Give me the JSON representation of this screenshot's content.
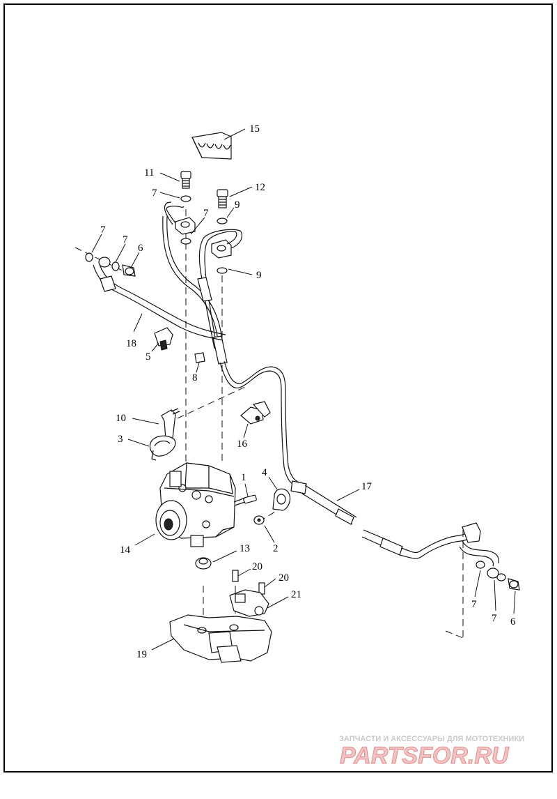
{
  "callouts": [
    {
      "id": "c15",
      "label": "15"
    },
    {
      "id": "c11",
      "label": "11"
    },
    {
      "id": "c12",
      "label": "12"
    },
    {
      "id": "c7a",
      "label": "7"
    },
    {
      "id": "c7b",
      "label": "7"
    },
    {
      "id": "c9a",
      "label": "9"
    },
    {
      "id": "c9b",
      "label": "9"
    },
    {
      "id": "c7c",
      "label": "7"
    },
    {
      "id": "c7d",
      "label": "7"
    },
    {
      "id": "c6a",
      "label": "6"
    },
    {
      "id": "c18",
      "label": "18"
    },
    {
      "id": "c5",
      "label": "5"
    },
    {
      "id": "c8",
      "label": "8"
    },
    {
      "id": "c10",
      "label": "10"
    },
    {
      "id": "c3",
      "label": "3"
    },
    {
      "id": "c16",
      "label": "16"
    },
    {
      "id": "c1",
      "label": "1"
    },
    {
      "id": "c4",
      "label": "4"
    },
    {
      "id": "c17",
      "label": "17"
    },
    {
      "id": "c2",
      "label": "2"
    },
    {
      "id": "c14",
      "label": "14"
    },
    {
      "id": "c13",
      "label": "13"
    },
    {
      "id": "c20a",
      "label": "20"
    },
    {
      "id": "c20b",
      "label": "20"
    },
    {
      "id": "c21",
      "label": "21"
    },
    {
      "id": "c19",
      "label": "19"
    },
    {
      "id": "c7e",
      "label": "7"
    },
    {
      "id": "c7f",
      "label": "7"
    },
    {
      "id": "c6b",
      "label": "6"
    }
  ],
  "watermark": {
    "tagline": "ЗАПЧАСТИ И АКСЕССУАРЫ ДЛЯ МОТОТЕХНИКИ",
    "brand": "PARTSFOR.RU"
  }
}
